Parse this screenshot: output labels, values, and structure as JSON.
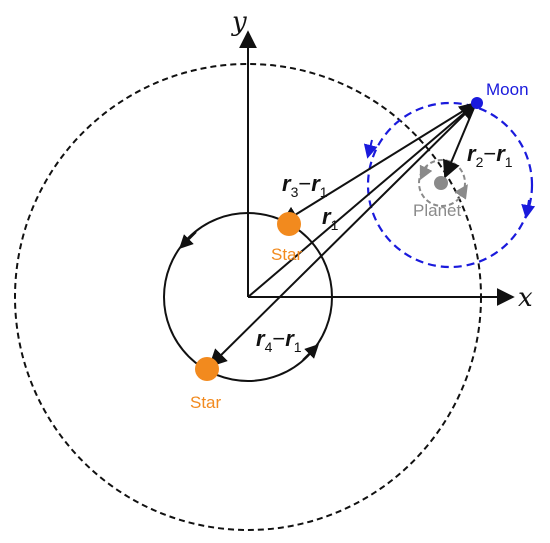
{
  "axes": {
    "x_label": "x",
    "y_label": "y"
  },
  "bodies": {
    "moon": "Moon",
    "planet": "Planet",
    "star_upper": "Star",
    "star_lower": "Star"
  },
  "vectors": {
    "r1": {
      "sym": "r",
      "sub": "1"
    },
    "r3_minus_r1": {
      "a": "r",
      "a_sub": "3",
      "op": "−",
      "b": "r",
      "b_sub": "1"
    },
    "r2_minus_r1": {
      "a": "r",
      "a_sub": "2",
      "op": "−",
      "b": "r",
      "b_sub": "1"
    },
    "r4_minus_r1": {
      "a": "r",
      "a_sub": "4",
      "op": "−",
      "b": "r",
      "b_sub": "1"
    }
  },
  "colors": {
    "star": "#f28a1e",
    "moon": "#1a1adc",
    "planet": "#8a8a8a",
    "ink": "#111111"
  }
}
